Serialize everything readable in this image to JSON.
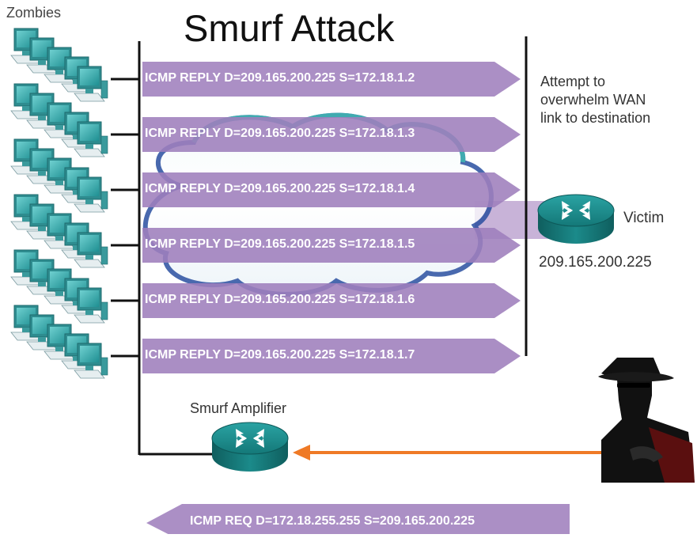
{
  "title": "Smurf Attack",
  "zombies_label": "Zombies",
  "replies": [
    "ICMP REPLY D=209.165.200.225 S=172.18.1.2",
    "ICMP REPLY D=209.165.200.225 S=172.18.1.3",
    "ICMP REPLY D=209.165.200.225 S=172.18.1.4",
    "ICMP REPLY D=209.165.200.225 S=172.18.1.5",
    "ICMP REPLY D=209.165.200.225 S=172.18.1.6",
    "ICMP REPLY D=209.165.200.225 S=172.18.1.7"
  ],
  "attempt_text": [
    "Attempt to",
    "overwhelm WAN",
    "link to destination"
  ],
  "victim": {
    "label": "Victim",
    "ip": "209.165.200.225"
  },
  "amplifier_label": "Smurf Amplifier",
  "request": "ICMP REQ D=172.18.255.255 S=209.165.200.225",
  "colors": {
    "arrow_purple": "#9f7fbd",
    "attack_orange": "#ef7a26",
    "router_teal": "#1f8a8a",
    "cloud_teal": "#3fb2b0",
    "cloud_blue": "#2a4fa0",
    "victim_link": "#c8b3d8"
  }
}
